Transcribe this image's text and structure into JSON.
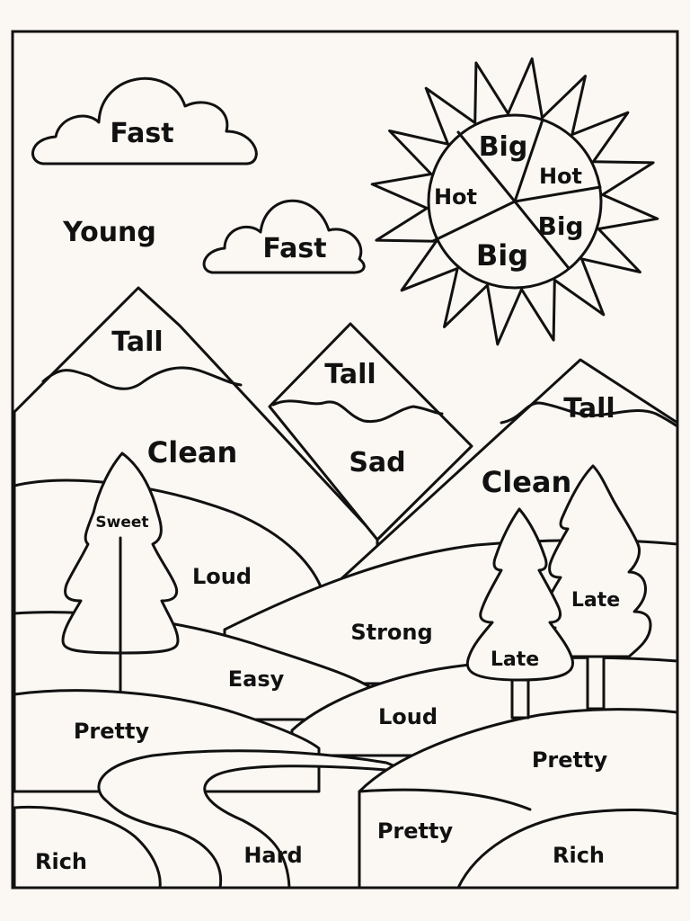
{
  "sky": {
    "cloud_large": "Fast",
    "cloud_small": "Fast",
    "young": "Young"
  },
  "sun": {
    "sectors": [
      "Big",
      "Hot",
      "Big",
      "Big",
      "Hot"
    ]
  },
  "mountains": {
    "left_peak": "Tall",
    "left_body": "Clean",
    "middle_peak": "Tall",
    "middle_body": "Sad",
    "right_peak": "Tall",
    "right_body": "Clean"
  },
  "trees": {
    "left": "Sweet",
    "right_back": "Late",
    "right_front": "Late"
  },
  "hills": {
    "loud_upper": "Loud",
    "strong": "Strong",
    "easy": "Easy",
    "loud_lower": "Loud",
    "pretty_left": "Pretty",
    "pretty_right": "Pretty",
    "pretty_bottom": "Pretty",
    "rich_left": "Rich",
    "hard": "Hard",
    "rich_right": "Rich"
  }
}
